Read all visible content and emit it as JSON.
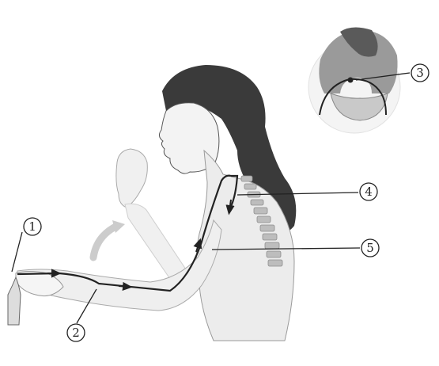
{
  "diagram": {
    "labels": {
      "one": "1",
      "two": "2",
      "three": "3",
      "four": "4",
      "five": "5"
    },
    "parts": {
      "one": "receptor-in-fingertip",
      "two": "afferent-nerve",
      "three": "brain-cortex",
      "four": "spinal-cord-center",
      "five": "efferent-nerve-to-muscle"
    }
  },
  "colors": {
    "ink": "#222222",
    "skin": "#efefef",
    "hair": "#3a3a3a"
  }
}
